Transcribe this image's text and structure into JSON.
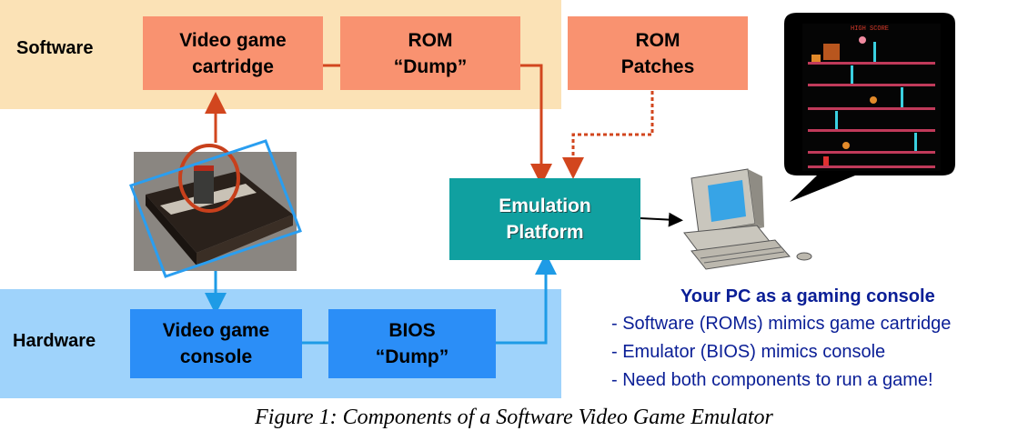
{
  "bands": {
    "software_label": "Software",
    "hardware_label": "Hardware"
  },
  "software_boxes": {
    "cartridge": "Video game\ncartridge",
    "rom_dump": "ROM\n“Dump”",
    "rom_patches": "ROM\nPatches"
  },
  "hardware_boxes": {
    "console": "Video game\nconsole",
    "bios_dump": "BIOS\n“Dump”"
  },
  "emulation_platform": "Emulation\nPlatform",
  "pc_panel": {
    "title": "Your PC as a gaming console",
    "bullets": [
      "-  Software (ROMs) mimics game cartridge",
      "-  Emulator (BIOS) mimics console",
      "-  Need both components to run a game!"
    ]
  },
  "caption": "Figure 1: Components of a Software Video Game Emulator",
  "colors": {
    "software_band": "#fbe2b6",
    "hardware_band": "#9fd3fb",
    "software_box": "#f99270",
    "hardware_box": "#2b8ef7",
    "emulation_box": "#10a0a0",
    "software_arrow": "#d2461e",
    "hardware_arrow": "#1e9be6",
    "pc_text": "#0a1e96"
  },
  "icons": [
    "game-console-photo",
    "desktop-computer-icon",
    "game-screen-callout"
  ]
}
